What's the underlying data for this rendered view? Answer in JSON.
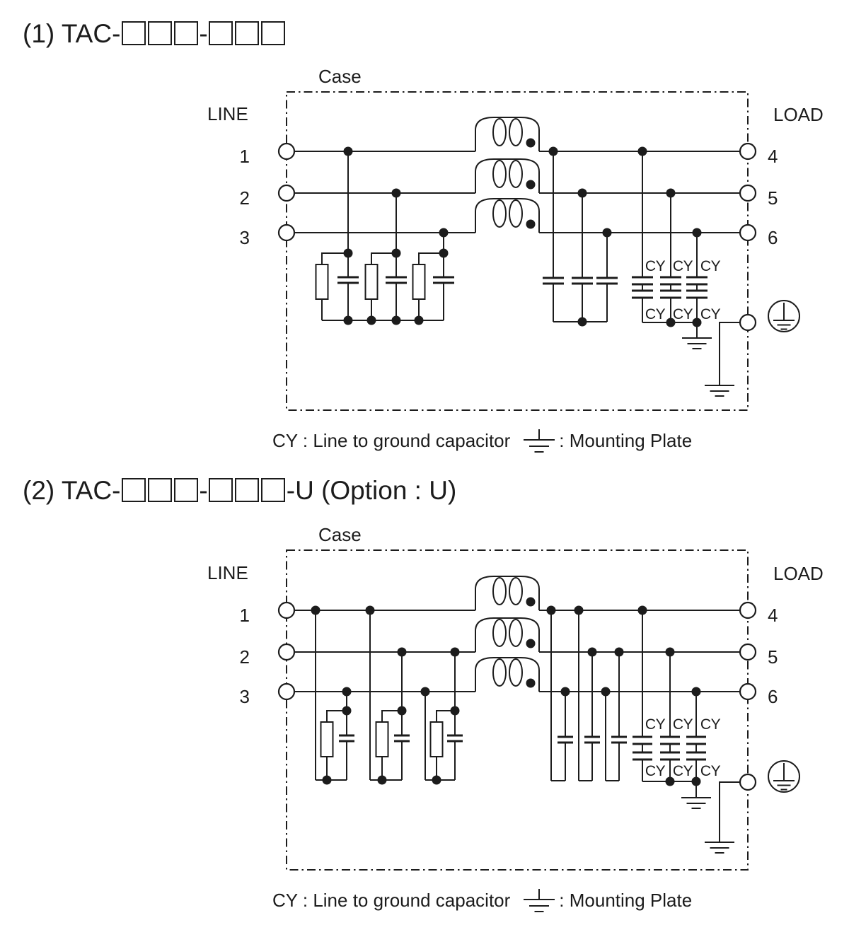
{
  "page": {
    "background": "#ffffff",
    "ink": "#1c1c1c"
  },
  "diagrams": [
    {
      "title_segments": [
        "(1) TAC-",
        3,
        "-",
        3
      ],
      "case_label": "Case",
      "line_label": "LINE",
      "load_label": "LOAD",
      "line_terminals": [
        "1",
        "2",
        "3"
      ],
      "load_terminals": [
        "4",
        "5",
        "6"
      ],
      "cy_label": "CY",
      "caption_left": "CY : Line to ground capacitor",
      "caption_right": ": Mounting Plate"
    },
    {
      "title_segments": [
        "(2) TAC-",
        3,
        "-",
        3,
        "-U (Option : U)"
      ],
      "case_label": "Case",
      "line_label": "LINE",
      "load_label": "LOAD",
      "line_terminals": [
        "1",
        "2",
        "3"
      ],
      "load_terminals": [
        "4",
        "5",
        "6"
      ],
      "cy_label": "CY",
      "caption_left": "CY : Line to ground capacitor",
      "caption_right": ": Mounting Plate"
    }
  ]
}
